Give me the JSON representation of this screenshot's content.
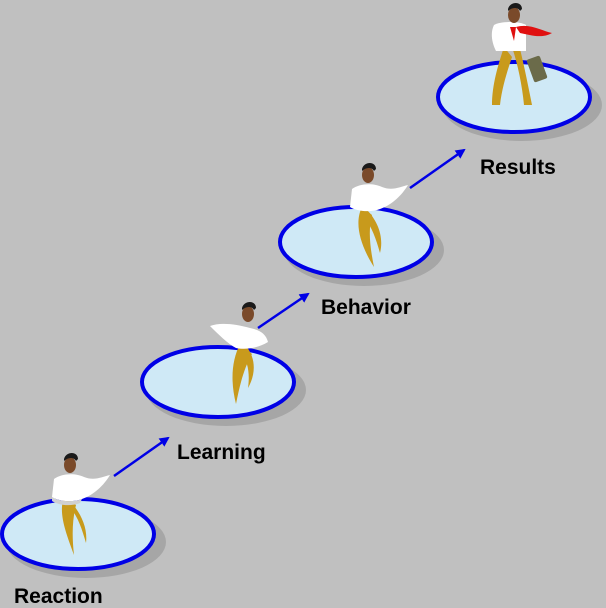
{
  "diagram": {
    "steps": [
      {
        "label": "Reaction"
      },
      {
        "label": "Learning"
      },
      {
        "label": "Behavior"
      },
      {
        "label": "Results"
      }
    ]
  },
  "colors": {
    "background": "#c0c0c0",
    "pad_fill": "#cfe9f6",
    "pad_outline": "#0000e6",
    "pad_shadow": "#a6a6a6",
    "arrow": "#0000e6",
    "shirt": "#ffffff",
    "trousers": "#c89a1c",
    "skin": "#7a4a2a",
    "hair": "#1a1a1a",
    "tie": "#e01010",
    "briefcase": "#6b6b4a"
  },
  "icons": {
    "figure": "running-businessman-icon",
    "arrow": "arrow-right-up-icon"
  }
}
